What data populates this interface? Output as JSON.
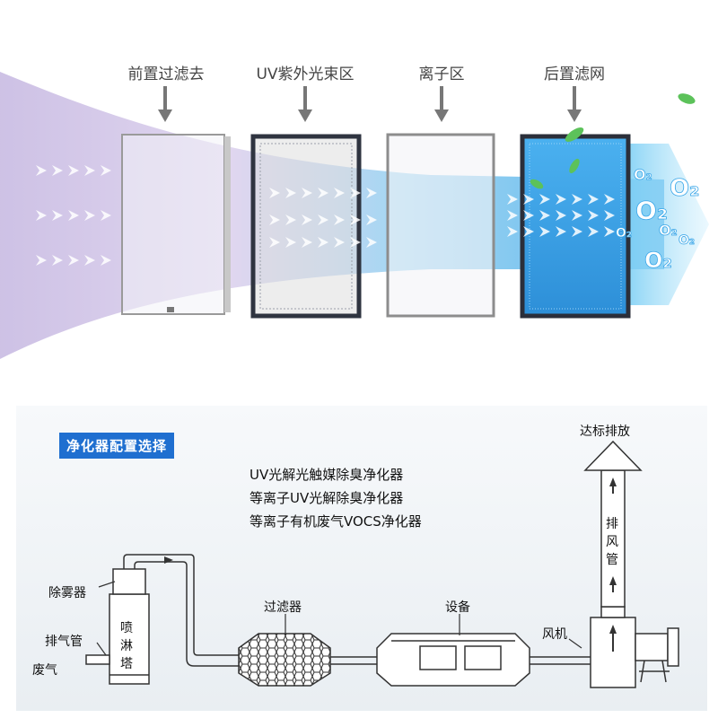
{
  "filter_stages": {
    "labels": [
      "前置过滤去",
      "UV紫外光束区",
      "离子区",
      "后置滤网"
    ]
  },
  "oxygen_symbols": [
    "O₂",
    "O₂",
    "O₂",
    "O₂",
    "O₂",
    "O₂",
    "O₂"
  ],
  "system": {
    "badge": "净化器配置选择",
    "options": [
      "UV光解光触媒除臭净化器",
      "等离子UV光解除臭净化器",
      "等离子有机废气VOCS净化器"
    ],
    "labels": {
      "demister": "除雾器",
      "spray_tower": "喷淋塔",
      "exhaust_pipe_in": "排气管",
      "waste_gas": "废气",
      "filter": "过滤器",
      "equipment": "设备",
      "fan": "风机",
      "exhaust_stack": "排风管",
      "discharge": "达标排放"
    }
  },
  "colors": {
    "badge_blue": "#1f6fd0",
    "air_blue": "#3aa6e8",
    "uv_purple": "#b59ad6"
  }
}
